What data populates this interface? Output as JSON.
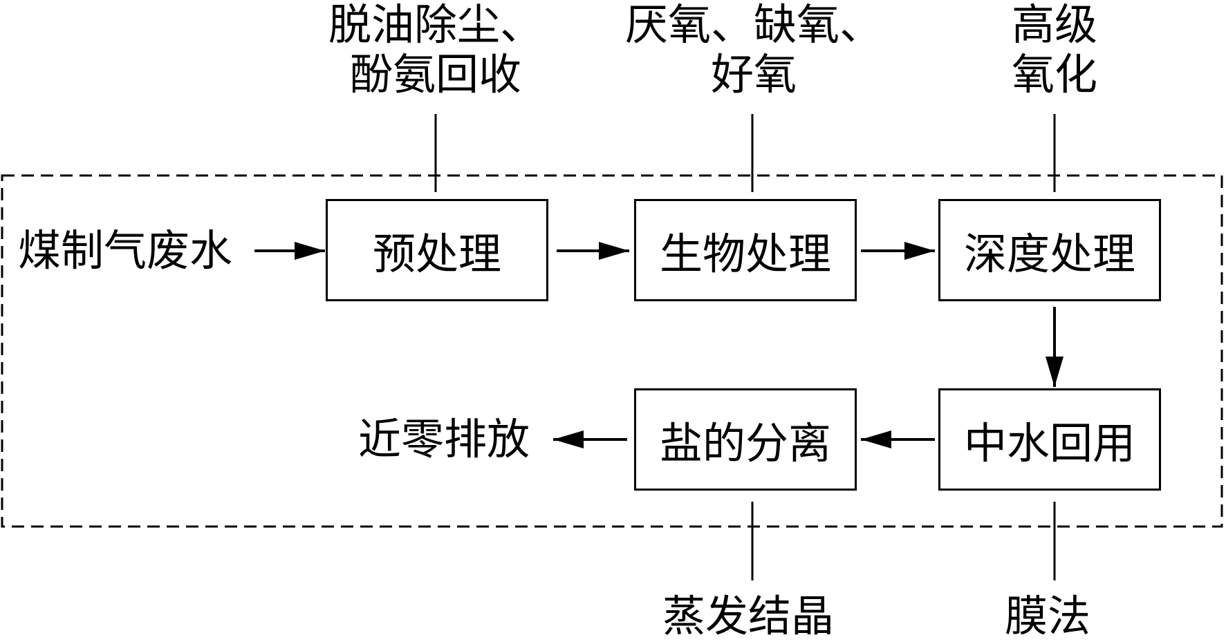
{
  "source": "煤制气废水",
  "output": "近零排放",
  "boxes": {
    "pretreatment": "预处理",
    "biological": "生物处理",
    "advanced": "深度处理",
    "reuse": "中水回用",
    "salt": "盐的分离"
  },
  "notes": {
    "pretreatment": [
      "脱油除尘、",
      "酚氨回收"
    ],
    "biological": [
      "厌氧、缺氧、",
      "好氧"
    ],
    "advanced": [
      "高级",
      "氧化"
    ],
    "salt": "蒸发结晶",
    "reuse": "膜法"
  }
}
